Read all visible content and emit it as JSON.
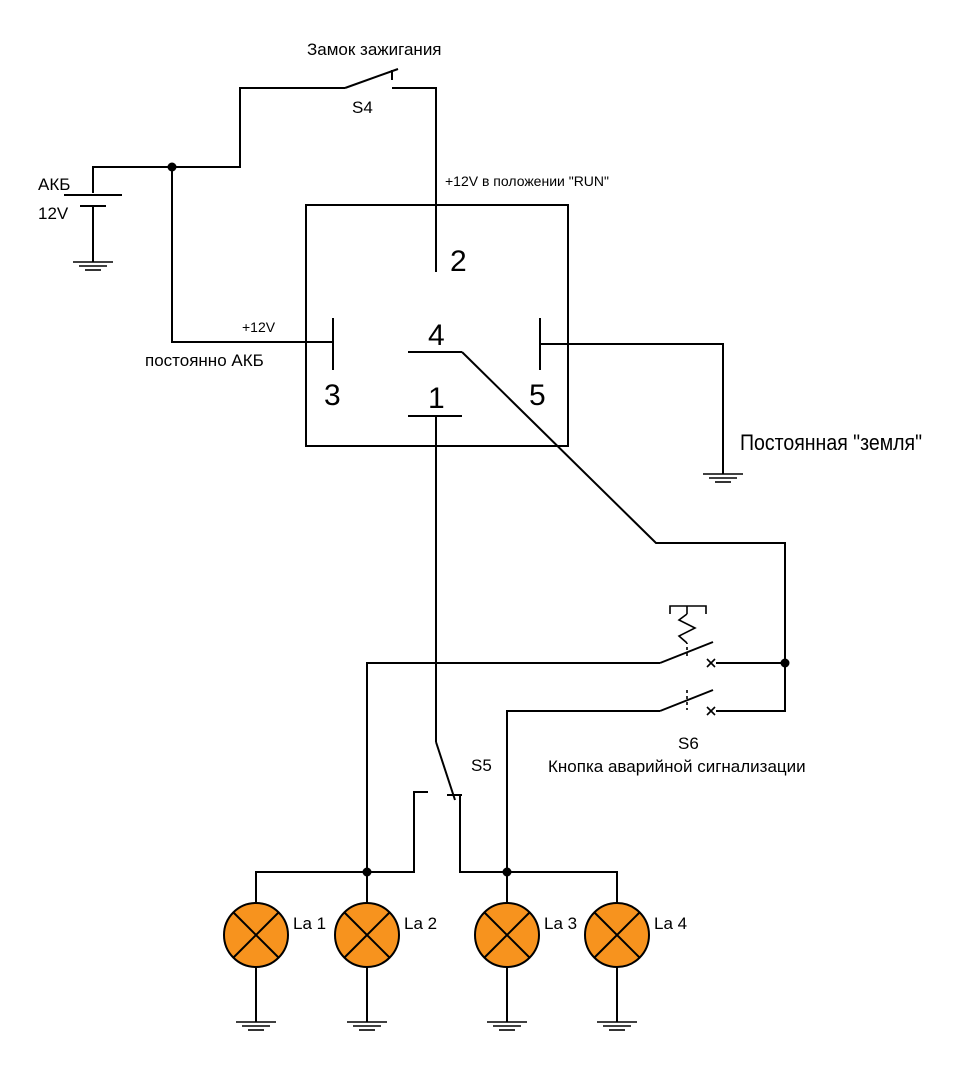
{
  "labels": {
    "ignition_lock": "Замок зажигания",
    "s4": "S4",
    "battery": "АКБ",
    "battery_voltage": "12V",
    "run_note": "+12V в положении \"RUN\"",
    "plus12v": "+12V",
    "always_battery": "постоянно АКБ",
    "permanent_ground": "Постоянная \"земля\"",
    "s5": "S5",
    "s6": "S6",
    "hazard_button": "Кнопка аварийной сигнализации"
  },
  "relay_pins": {
    "pin1": "1",
    "pin2": "2",
    "pin3": "3",
    "pin4": "4",
    "pin5": "5"
  },
  "lamps": {
    "la1": "La 1",
    "la2": "La 2",
    "la3": "La 3",
    "la4": "La 4"
  },
  "colors": {
    "lamp_fill": "#f7931e",
    "wire": "#000000",
    "background": "#ffffff"
  }
}
